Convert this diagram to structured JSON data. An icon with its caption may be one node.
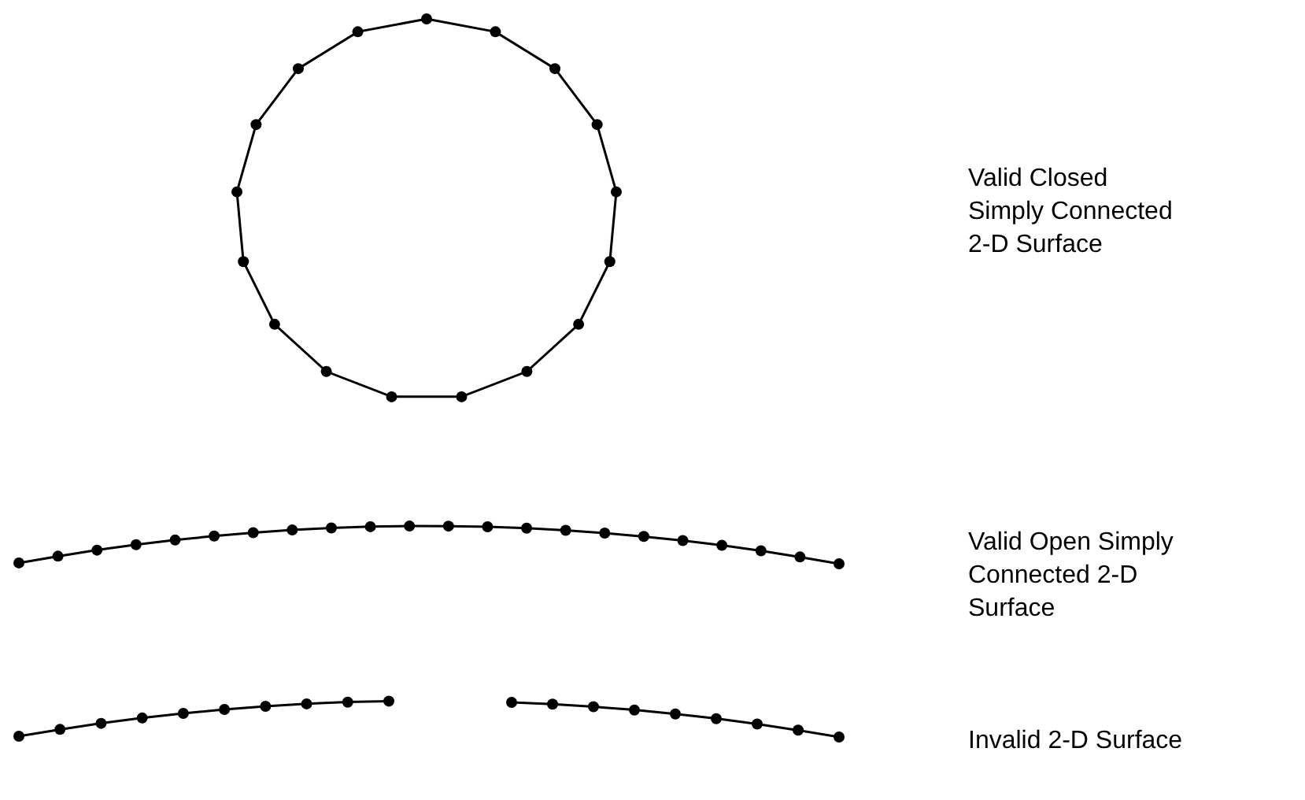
{
  "diagram": {
    "labels": [
      "Valid Closed Simply Connected 2-D Surface",
      "Valid Open Simply Connected 2-D Surface",
      "Invalid 2-D Surface"
    ]
  }
}
